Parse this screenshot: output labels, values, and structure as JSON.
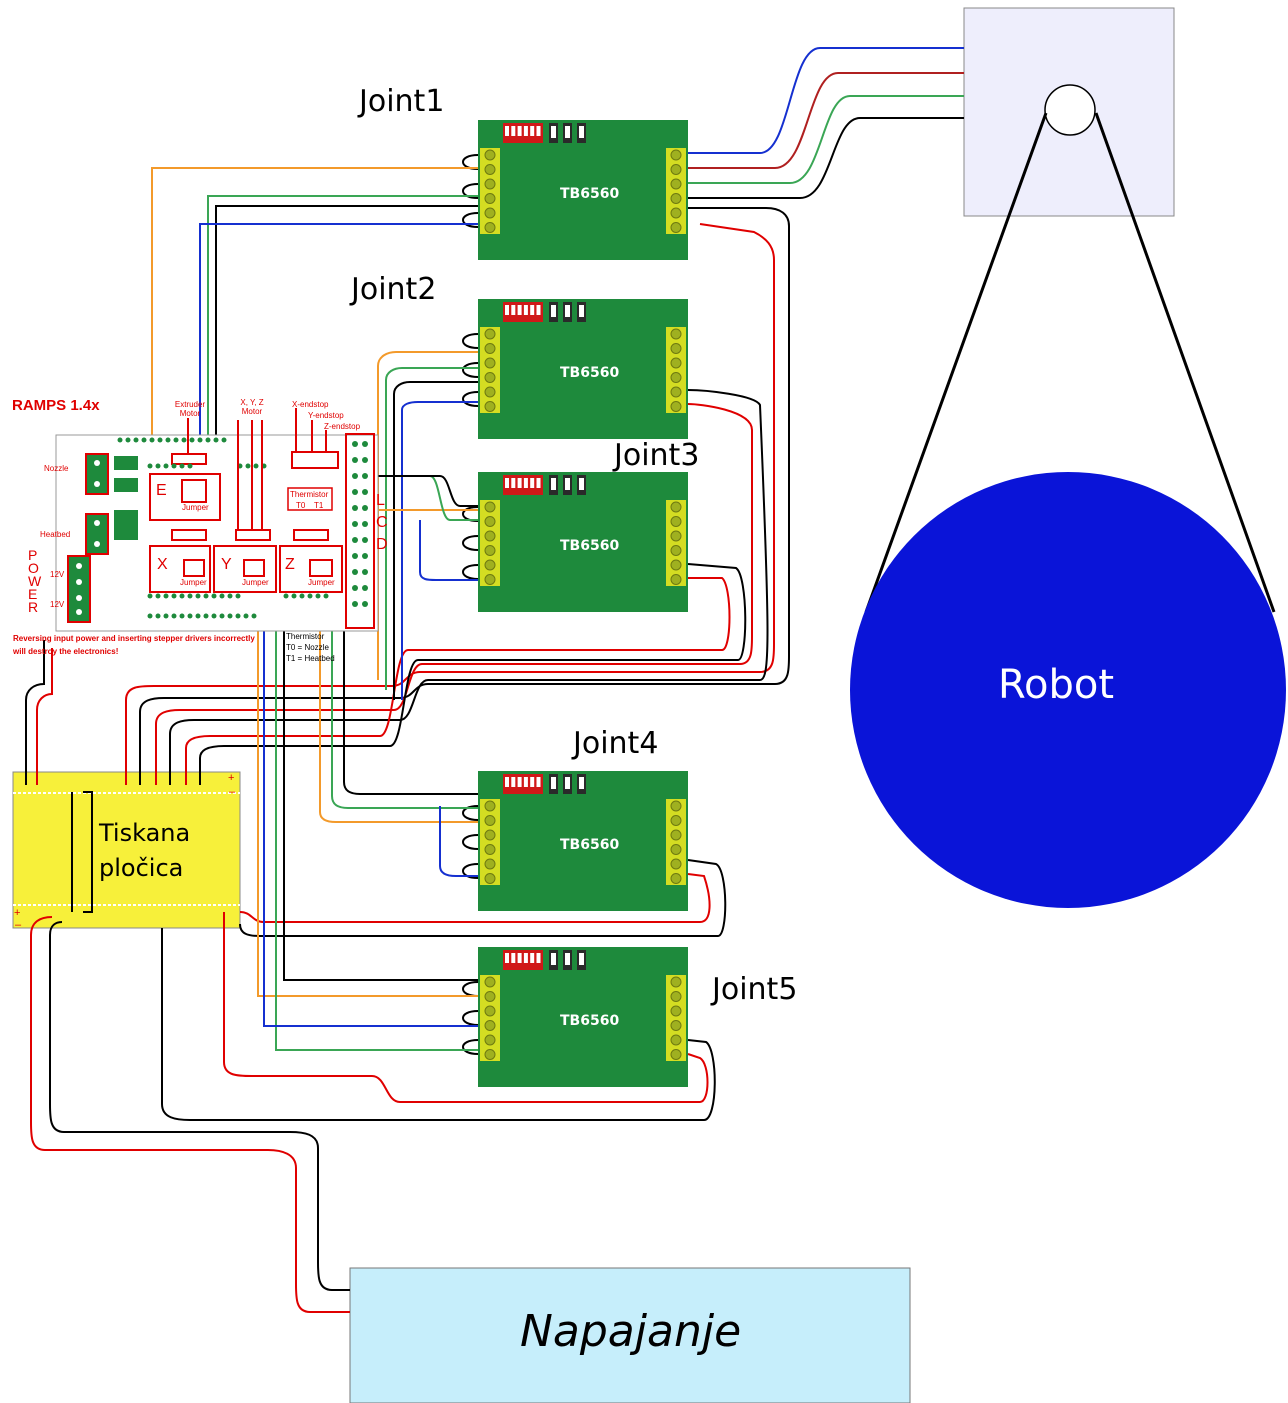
{
  "joints": [
    {
      "label": "Joint1",
      "driver": "TB6560"
    },
    {
      "label": "Joint2",
      "driver": "TB6560"
    },
    {
      "label": "Joint3",
      "driver": "TB6560"
    },
    {
      "label": "Joint4",
      "driver": "TB6560"
    },
    {
      "label": "Joint5",
      "driver": "TB6560"
    }
  ],
  "ramps": {
    "title": "RAMPS 1.4x",
    "extruder_motor": "Extruder Motor",
    "xyz_motor": "X, Y, Z Motor",
    "x_endstop": "X-endstop",
    "y_endstop": "Y-endstop",
    "z_endstop": "Z-endstop",
    "nozzle": "Nozzle",
    "heatbed": "Heatbed",
    "power": "POWER",
    "v12a": "12V",
    "v12b": "12V",
    "thermistor": "Thermistor",
    "t0": "T0",
    "t1": "T1",
    "thermistor_note": "Thermistor",
    "t0_note": "T0 = Nozzle",
    "t1_note": "T1 = Heatbed",
    "warning_line1": "Reversing input power and inserting stepper drivers incorrectly",
    "warning_line2": "will destroy the electronics!",
    "letter_e": "E",
    "letter_x": "X",
    "letter_y": "Y",
    "letter_z": "Z",
    "letter_l": "L",
    "letter_c": "C",
    "letter_d": "D",
    "jumper": "Jumper"
  },
  "pcb": {
    "line1": "Tiskana",
    "line2": "pločica"
  },
  "robot": {
    "label": "Robot"
  },
  "power_supply": {
    "label": "Napajanje"
  },
  "colors": {
    "board_green": "#1e8a3c",
    "pcb_yellow": "#f7f03a",
    "robot_blue": "#0a14d8",
    "psu_fill": "#c6eefb",
    "motor_box": "#eeeefc",
    "wire_red": "#e00000",
    "wire_blue": "#1530d0",
    "wire_green": "#3aa655",
    "wire_orange": "#f39a2b",
    "wire_black": "#000000"
  }
}
